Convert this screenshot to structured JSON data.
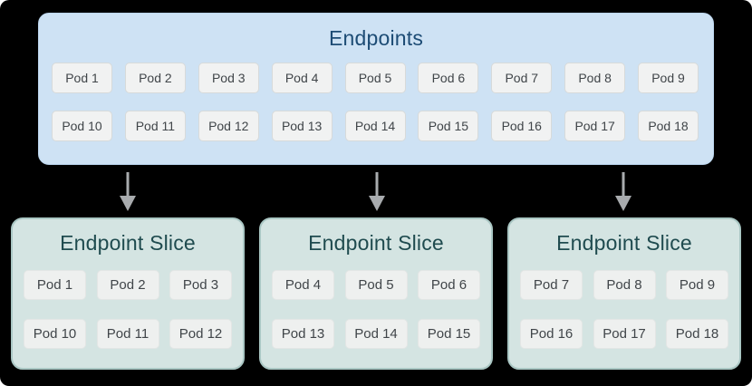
{
  "endpoints": {
    "title": "Endpoints",
    "rows": [
      [
        "Pod 1",
        "Pod 2",
        "Pod 3",
        "Pod 4",
        "Pod 5",
        "Pod 6",
        "Pod 7",
        "Pod 8",
        "Pod 9"
      ],
      [
        "Pod 10",
        "Pod 11",
        "Pod 12",
        "Pod 13",
        "Pod 14",
        "Pod 15",
        "Pod 16",
        "Pod 17",
        "Pod 18"
      ]
    ]
  },
  "slices": [
    {
      "title": "Endpoint Slice",
      "rows": [
        [
          "Pod 1",
          "Pod 2",
          "Pod 3"
        ],
        [
          "Pod 10",
          "Pod 11",
          "Pod 12"
        ]
      ]
    },
    {
      "title": "Endpoint Slice",
      "rows": [
        [
          "Pod 4",
          "Pod 5",
          "Pod 6"
        ],
        [
          "Pod 13",
          "Pod 14",
          "Pod 15"
        ]
      ]
    },
    {
      "title": "Endpoint Slice",
      "rows": [
        [
          "Pod 7",
          "Pod 8",
          "Pod 9"
        ],
        [
          "Pod 16",
          "Pod 17",
          "Pod 18"
        ]
      ]
    }
  ],
  "colors": {
    "canvas_bg": "#000000",
    "endpoints_bg": "#cee2f4",
    "endpoints_border": "#bcd6ee",
    "endpoints_title": "#1d4c75",
    "slice_bg": "#d4e4e2",
    "slice_border": "#aac7c4",
    "slice_title": "#1f4b4f",
    "pod_bg": "#f1f2f2",
    "pod_border": "#d7dada",
    "pod_text": "#404549",
    "slice_pod_bg": "#eef0ef",
    "slice_pod_border": "#e3e6e5",
    "arrow": "#a8abae"
  }
}
